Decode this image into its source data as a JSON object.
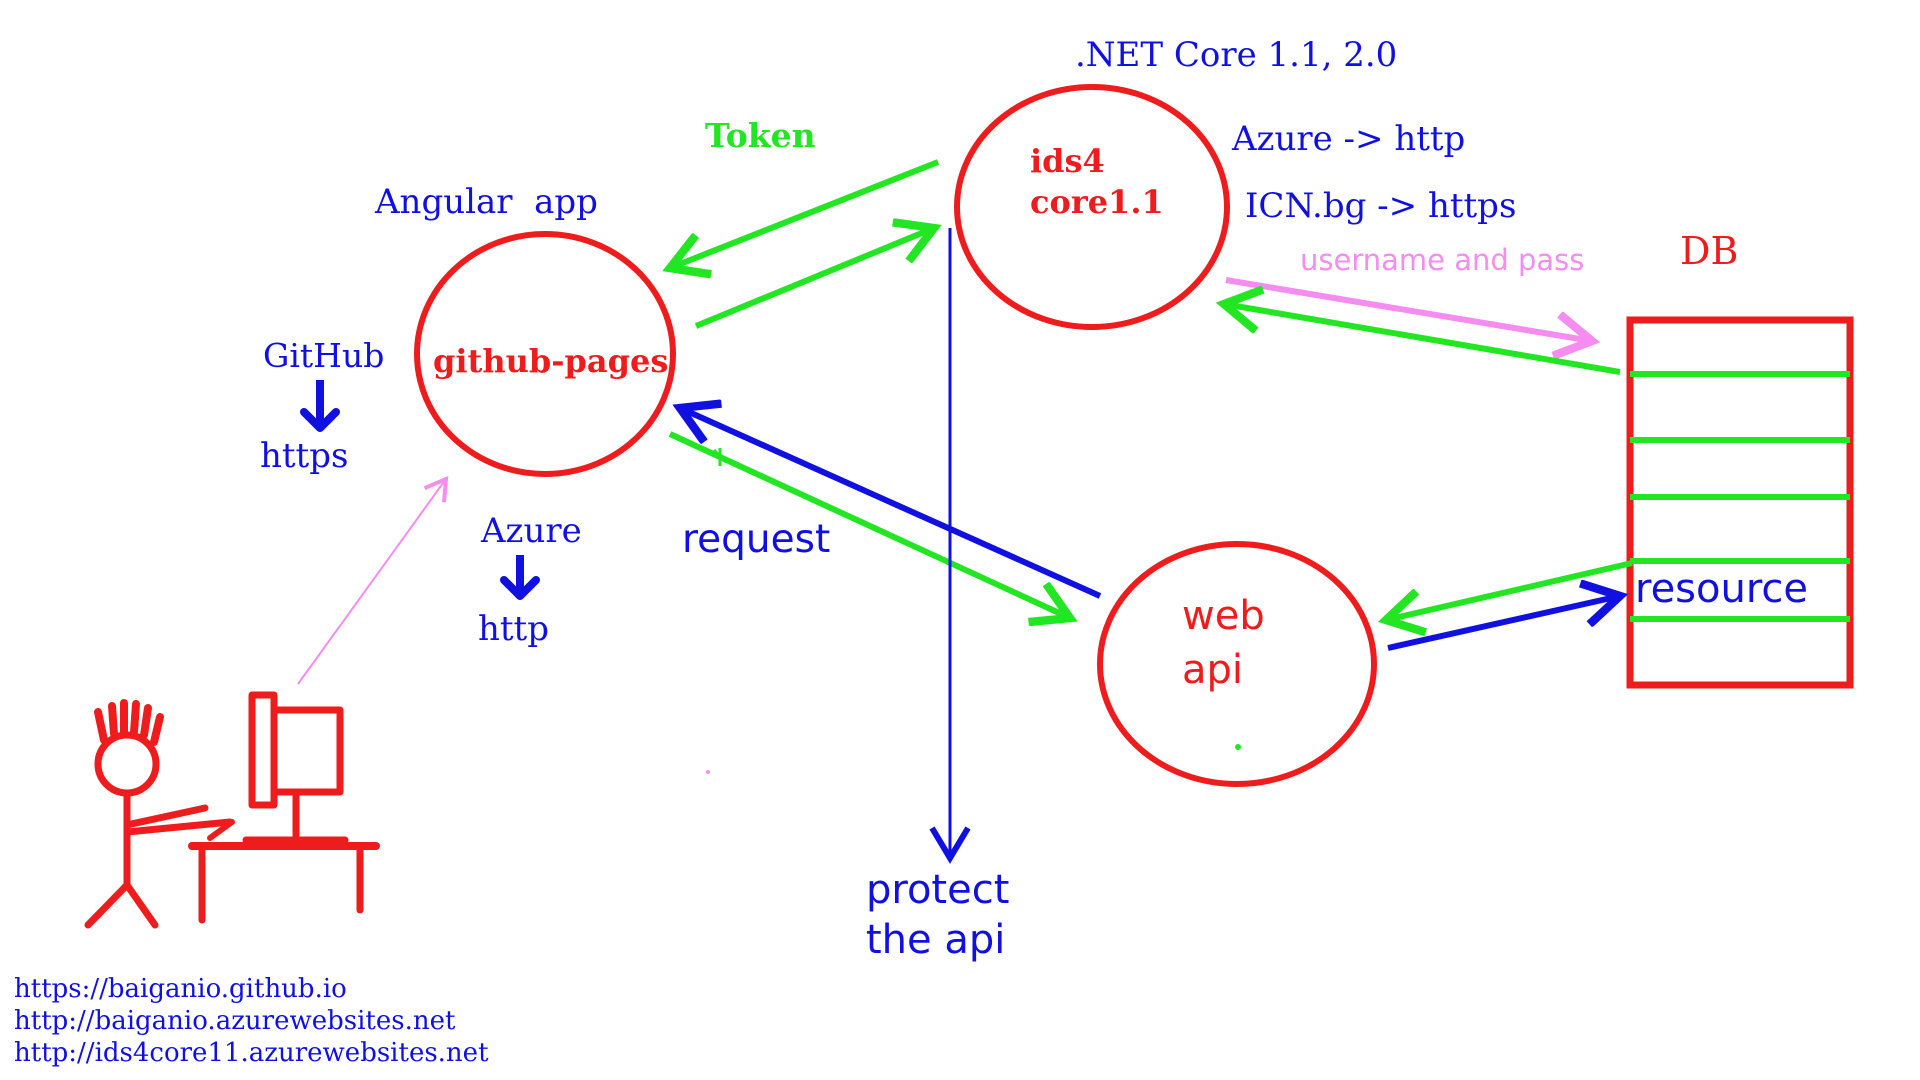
{
  "colors": {
    "red": "#ee1c1c",
    "green": "#22e622",
    "blue": "#1010e0",
    "pink": "#f58cf0"
  },
  "labels": {
    "net_core": ".NET Core 1.1, 2.0",
    "token": "Token",
    "ids4_line1": "ids4",
    "ids4_line2": "core1.1",
    "azure_http_note": "Azure -> http",
    "icn_note": "ICN.bg -> https",
    "angular_app": "Angular  app",
    "github_pages": "github-pages",
    "github": "GitHub",
    "https": "https",
    "azure": "Azure",
    "http": "http",
    "request": "request",
    "username_pass": "username and pass",
    "db": "DB",
    "resource": "resource",
    "web": "web",
    "api": "api",
    "protect_line1": "protect",
    "protect_line2": "the api"
  },
  "urls": [
    "https://baiganio.github.io",
    "http://baiganio.azurewebsites.net",
    "http://ids4core11.azurewebsites.net"
  ],
  "icons": {
    "user": "person-at-computer-icon"
  }
}
